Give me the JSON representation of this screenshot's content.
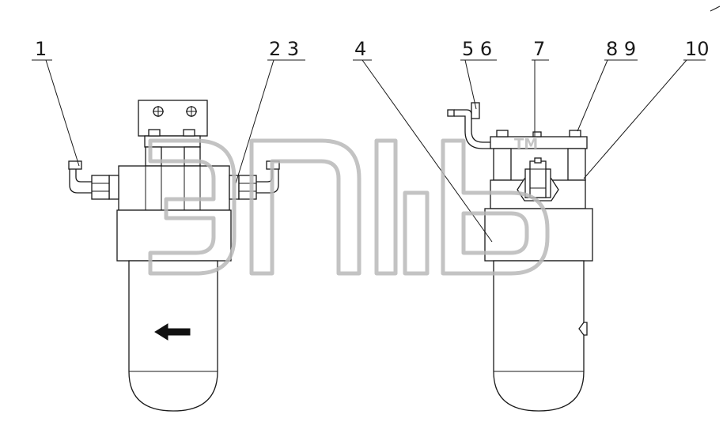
{
  "callouts": {
    "left": [
      {
        "id": "c1",
        "label": "1"
      },
      {
        "id": "c23",
        "label": "2 3"
      }
    ],
    "right": [
      {
        "id": "c4",
        "label": "4"
      },
      {
        "id": "c56",
        "label": "5 6"
      },
      {
        "id": "c7",
        "label": "7"
      },
      {
        "id": "c89",
        "label": "8 9"
      },
      {
        "id": "c10",
        "label": "10"
      }
    ]
  },
  "watermark": {
    "mark": "TM"
  },
  "colors": {
    "line": "#1a1a1a",
    "watermark": "#b9b9b9",
    "background": "#ffffff"
  }
}
